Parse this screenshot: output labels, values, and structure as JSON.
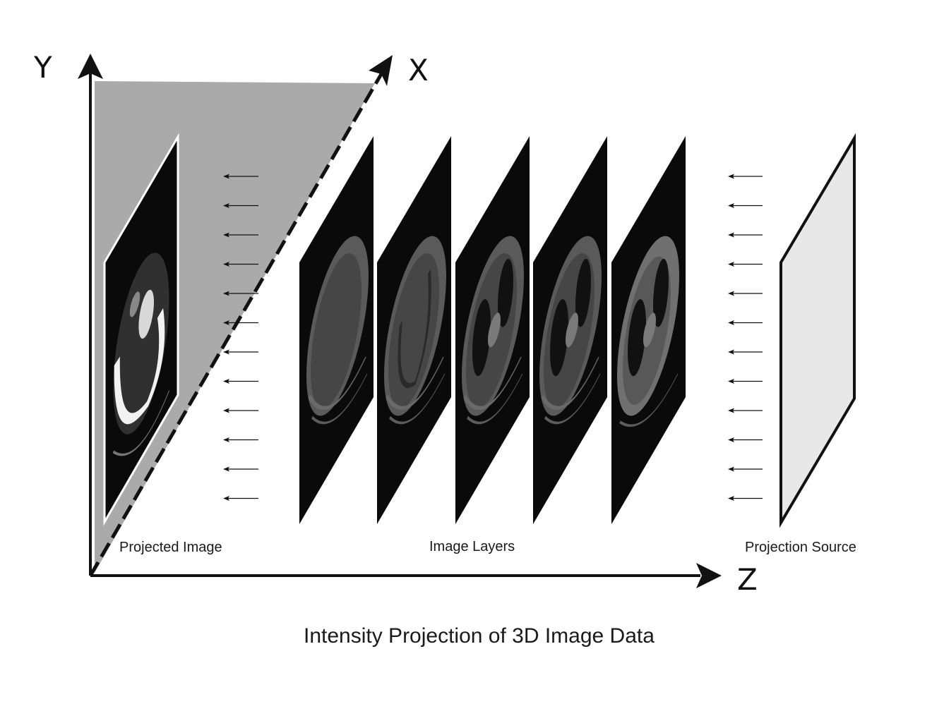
{
  "axes": {
    "y_label": "Y",
    "x_label": "X",
    "z_label": "Z"
  },
  "captions": {
    "projected_image": "Projected Image",
    "image_layers": "Image Layers",
    "projection_source": "Projection Source"
  },
  "title": "Intensity Projection of 3D Image Data",
  "colors": {
    "projection_plane": "#aaaaaa",
    "slice_background": "#0a0a0a",
    "source_panel": "#e8e8e8",
    "axis": "#111111"
  },
  "icons": {
    "ray_arrow": "left-arrow-icon"
  }
}
